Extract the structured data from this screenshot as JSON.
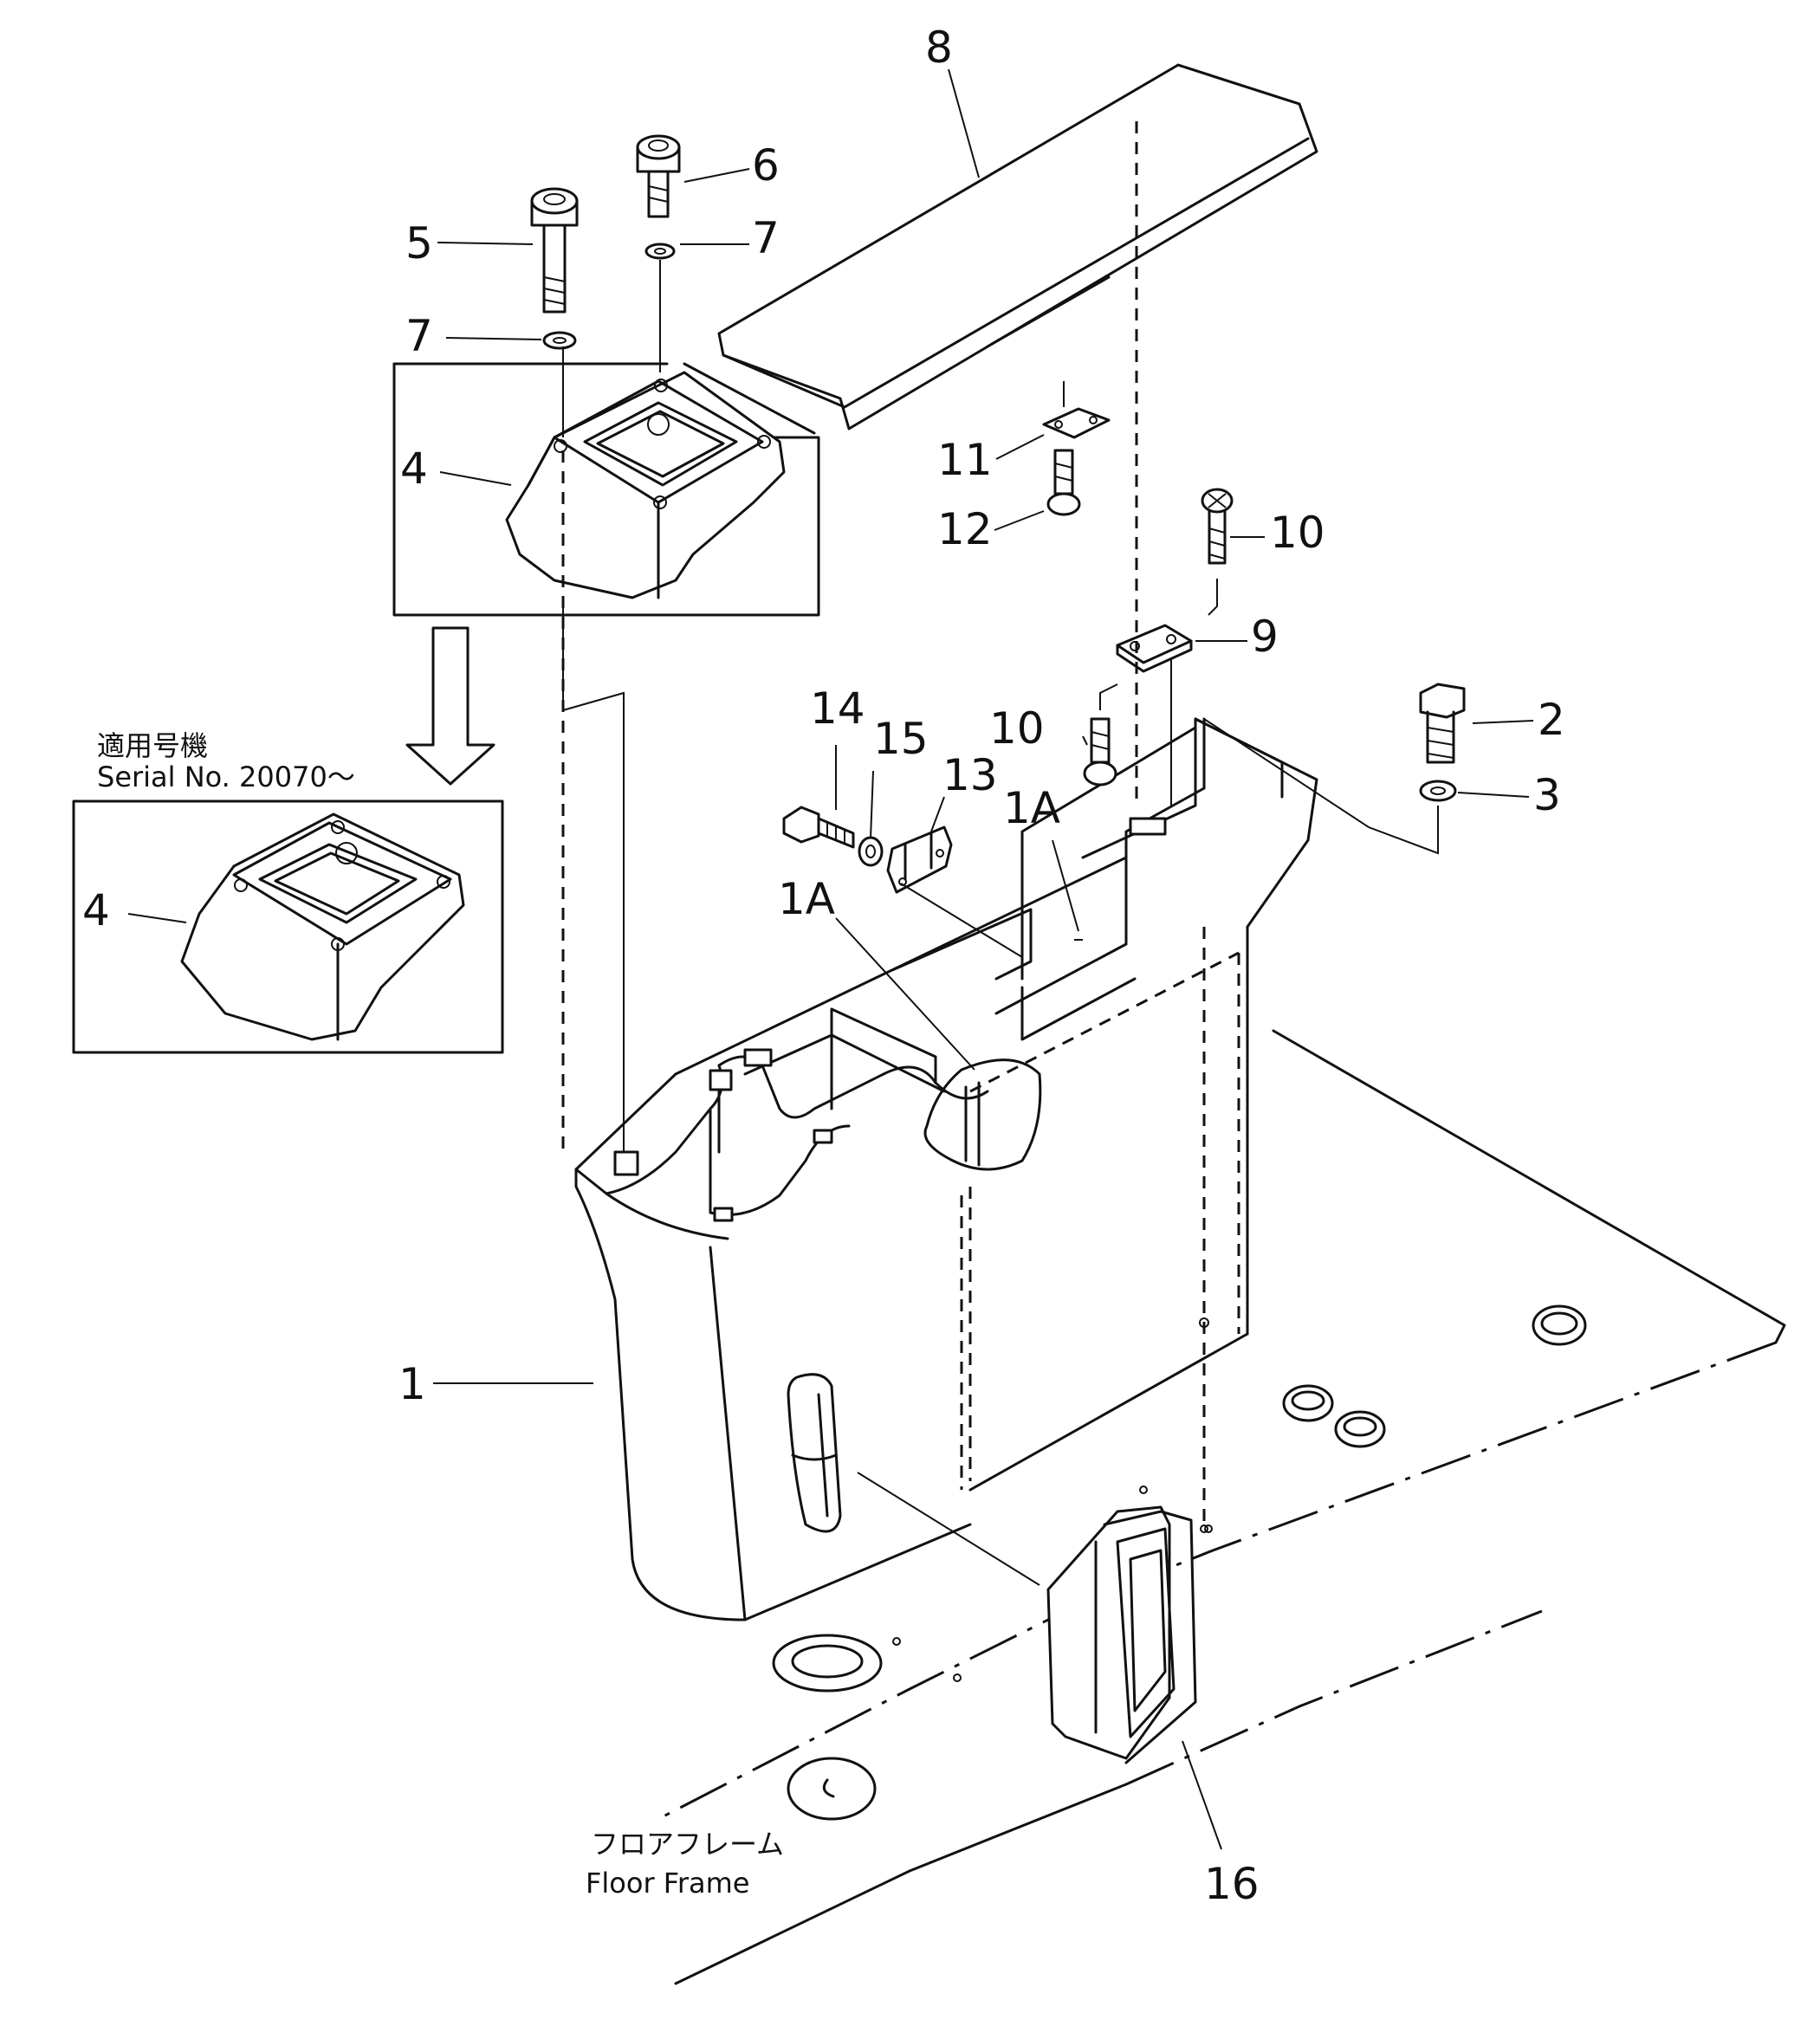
{
  "callouts": {
    "p1": "1",
    "p1a_left": "1A",
    "p1a_right": "1A",
    "p2": "2",
    "p3": "3",
    "p4_main": "4",
    "p4_inset": "4",
    "p5": "5",
    "p6": "6",
    "p7_left": "7",
    "p7_right": "7",
    "p8": "8",
    "p9": "9",
    "p10_top": "10",
    "p10_mid": "10",
    "p11": "11",
    "p12": "12",
    "p13": "13",
    "p14": "14",
    "p15": "15",
    "p16": "16"
  },
  "inset_note": {
    "jp": "適用号機",
    "en": "Serial  No.  20070～"
  },
  "floor_label": {
    "jp": "フロアフレーム",
    "en": "Floor  Frame"
  }
}
